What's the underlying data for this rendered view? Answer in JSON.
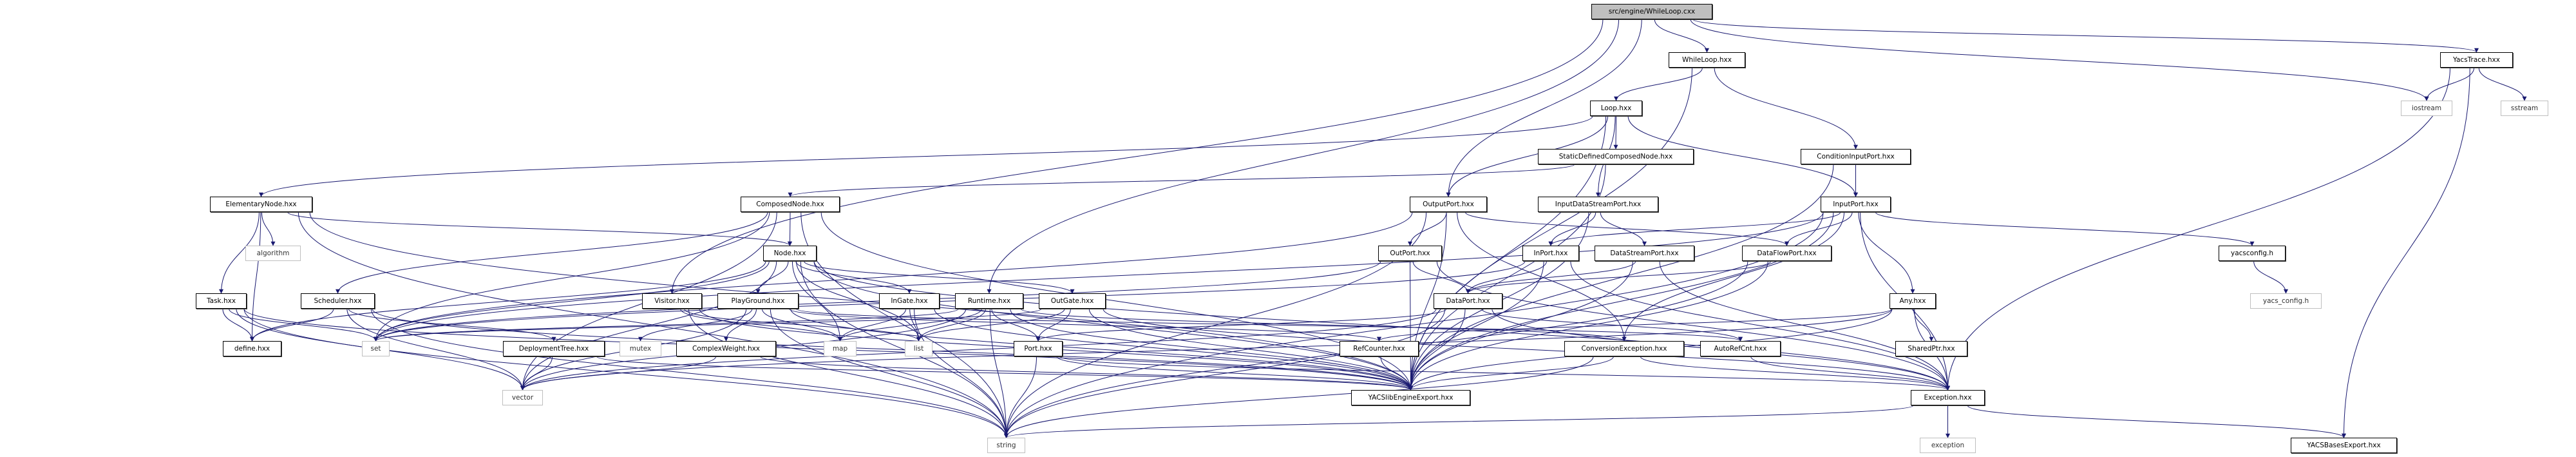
{
  "edge_color": "#191970",
  "root_fill": "#bfbfbf",
  "nodes": [
    {
      "label": "src/engine/WhileLoop.cxx",
      "kind": "root"
    },
    {
      "label": "WhileLoop.hxx",
      "kind": "local"
    },
    {
      "label": "YacsTrace.hxx",
      "kind": "local"
    },
    {
      "label": "Loop.hxx",
      "kind": "local"
    },
    {
      "label": "iostream",
      "kind": "system"
    },
    {
      "label": "sstream",
      "kind": "system"
    },
    {
      "label": "StaticDefinedComposedNode.hxx",
      "kind": "local"
    },
    {
      "label": "ConditionInputPort.hxx",
      "kind": "local"
    },
    {
      "label": "ElementaryNode.hxx",
      "kind": "local"
    },
    {
      "label": "ComposedNode.hxx",
      "kind": "local"
    },
    {
      "label": "OutputPort.hxx",
      "kind": "local"
    },
    {
      "label": "InputDataStreamPort.hxx",
      "kind": "local"
    },
    {
      "label": "InputPort.hxx",
      "kind": "local"
    },
    {
      "label": "algorithm",
      "kind": "system"
    },
    {
      "label": "Node.hxx",
      "kind": "local"
    },
    {
      "label": "OutPort.hxx",
      "kind": "local"
    },
    {
      "label": "InPort.hxx",
      "kind": "local"
    },
    {
      "label": "DataStreamPort.hxx",
      "kind": "local"
    },
    {
      "label": "DataFlowPort.hxx",
      "kind": "local"
    },
    {
      "label": "yacsconfig.h",
      "kind": "local"
    },
    {
      "label": "Task.hxx",
      "kind": "local"
    },
    {
      "label": "Scheduler.hxx",
      "kind": "local"
    },
    {
      "label": "Visitor.hxx",
      "kind": "local"
    },
    {
      "label": "PlayGround.hxx",
      "kind": "local"
    },
    {
      "label": "InGate.hxx",
      "kind": "local"
    },
    {
      "label": "Runtime.hxx",
      "kind": "local"
    },
    {
      "label": "OutGate.hxx",
      "kind": "local"
    },
    {
      "label": "DataPort.hxx",
      "kind": "local"
    },
    {
      "label": "Any.hxx",
      "kind": "local"
    },
    {
      "label": "yacs_config.h",
      "kind": "system"
    },
    {
      "label": "define.hxx",
      "kind": "local"
    },
    {
      "label": "set",
      "kind": "system"
    },
    {
      "label": "DeploymentTree.hxx",
      "kind": "local"
    },
    {
      "label": "mutex",
      "kind": "system"
    },
    {
      "label": "ComplexWeight.hxx",
      "kind": "local"
    },
    {
      "label": "map",
      "kind": "system"
    },
    {
      "label": "list",
      "kind": "system"
    },
    {
      "label": "Port.hxx",
      "kind": "local"
    },
    {
      "label": "RefCounter.hxx",
      "kind": "local"
    },
    {
      "label": "ConversionException.hxx",
      "kind": "local"
    },
    {
      "label": "AutoRefCnt.hxx",
      "kind": "local"
    },
    {
      "label": "SharedPtr.hxx",
      "kind": "local"
    },
    {
      "label": "vector",
      "kind": "system"
    },
    {
      "label": "YACSlibEngineExport.hxx",
      "kind": "local"
    },
    {
      "label": "Exception.hxx",
      "kind": "local"
    },
    {
      "label": "string",
      "kind": "system"
    },
    {
      "label": "exception",
      "kind": "system"
    },
    {
      "label": "YACSBasesExport.hxx",
      "kind": "local"
    }
  ],
  "edges": [
    [
      "src/engine/WhileLoop.cxx",
      "WhileLoop.hxx"
    ],
    [
      "src/engine/WhileLoop.cxx",
      "OutputPort.hxx"
    ],
    [
      "src/engine/WhileLoop.cxx",
      "Runtime.hxx"
    ],
    [
      "src/engine/WhileLoop.cxx",
      "Visitor.hxx"
    ],
    [
      "src/engine/WhileLoop.cxx",
      "YacsTrace.hxx"
    ],
    [
      "src/engine/WhileLoop.cxx",
      "iostream"
    ],
    [
      "WhileLoop.hxx",
      "Loop.hxx"
    ],
    [
      "WhileLoop.hxx",
      "ConditionInputPort.hxx"
    ],
    [
      "WhileLoop.hxx",
      "YACSlibEngineExport.hxx"
    ],
    [
      "YacsTrace.hxx",
      "iostream"
    ],
    [
      "YacsTrace.hxx",
      "sstream"
    ],
    [
      "YacsTrace.hxx",
      "YACSBasesExport.hxx"
    ],
    [
      "YacsTrace.hxx",
      "Exception.hxx"
    ],
    [
      "Loop.hxx",
      "StaticDefinedComposedNode.hxx"
    ],
    [
      "Loop.hxx",
      "ElementaryNode.hxx"
    ],
    [
      "Loop.hxx",
      "OutputPort.hxx"
    ],
    [
      "Loop.hxx",
      "InputDataStreamPort.hxx"
    ],
    [
      "Loop.hxx",
      "InputPort.hxx"
    ],
    [
      "Loop.hxx",
      "YACSlibEngineExport.hxx"
    ],
    [
      "StaticDefinedComposedNode.hxx",
      "ComposedNode.hxx"
    ],
    [
      "StaticDefinedComposedNode.hxx",
      "YACSlibEngineExport.hxx"
    ],
    [
      "ConditionInputPort.hxx",
      "InputPort.hxx"
    ],
    [
      "ConditionInputPort.hxx",
      "YACSlibEngineExport.hxx"
    ],
    [
      "ElementaryNode.hxx",
      "Node.hxx"
    ],
    [
      "ElementaryNode.hxx",
      "Task.hxx"
    ],
    [
      "ElementaryNode.hxx",
      "algorithm"
    ],
    [
      "ElementaryNode.hxx",
      "define.hxx"
    ],
    [
      "ElementaryNode.hxx",
      "string"
    ],
    [
      "ElementaryNode.hxx",
      "YACSlibEngineExport.hxx"
    ],
    [
      "ComposedNode.hxx",
      "Node.hxx"
    ],
    [
      "ComposedNode.hxx",
      "Scheduler.hxx"
    ],
    [
      "ComposedNode.hxx",
      "set"
    ],
    [
      "ComposedNode.hxx",
      "vector"
    ],
    [
      "ComposedNode.hxx",
      "string"
    ],
    [
      "ComposedNode.hxx",
      "YACSlibEngineExport.hxx"
    ],
    [
      "OutputPort.hxx",
      "OutPort.hxx"
    ],
    [
      "OutputPort.hxx",
      "DataFlowPort.hxx"
    ],
    [
      "OutputPort.hxx",
      "ConversionException.hxx"
    ],
    [
      "OutputPort.hxx",
      "YACSlibEngineExport.hxx"
    ],
    [
      "OutputPort.hxx",
      "set"
    ],
    [
      "OutputPort.hxx",
      "string"
    ],
    [
      "InputDataStreamPort.hxx",
      "InPort.hxx"
    ],
    [
      "InputDataStreamPort.hxx",
      "DataStreamPort.hxx"
    ],
    [
      "InputDataStreamPort.hxx",
      "YACSlibEngineExport.hxx"
    ],
    [
      "InputPort.hxx",
      "InPort.hxx"
    ],
    [
      "InputPort.hxx",
      "DataFlowPort.hxx"
    ],
    [
      "InputPort.hxx",
      "Any.hxx"
    ],
    [
      "InputPort.hxx",
      "ConversionException.hxx"
    ],
    [
      "InputPort.hxx",
      "yacsconfig.h"
    ],
    [
      "InputPort.hxx",
      "Exception.hxx"
    ],
    [
      "InputPort.hxx",
      "YACSlibEngineExport.hxx"
    ],
    [
      "InputPort.hxx",
      "set"
    ],
    [
      "InputPort.hxx",
      "string"
    ],
    [
      "Node.hxx",
      "InGate.hxx"
    ],
    [
      "Node.hxx",
      "OutGate.hxx"
    ],
    [
      "Node.hxx",
      "PlayGround.hxx"
    ],
    [
      "Node.hxx",
      "map"
    ],
    [
      "Node.hxx",
      "set"
    ],
    [
      "Node.hxx",
      "list"
    ],
    [
      "Node.hxx",
      "string"
    ],
    [
      "Node.hxx",
      "vector"
    ],
    [
      "Node.hxx",
      "Exception.hxx"
    ],
    [
      "Node.hxx",
      "define.hxx"
    ],
    [
      "Node.hxx",
      "YACSlibEngineExport.hxx"
    ],
    [
      "OutPort.hxx",
      "DataPort.hxx"
    ],
    [
      "OutPort.hxx",
      "set"
    ],
    [
      "OutPort.hxx",
      "Exception.hxx"
    ],
    [
      "OutPort.hxx",
      "YACSlibEngineExport.hxx"
    ],
    [
      "InPort.hxx",
      "DataPort.hxx"
    ],
    [
      "InPort.hxx",
      "set"
    ],
    [
      "InPort.hxx",
      "Exception.hxx"
    ],
    [
      "InPort.hxx",
      "YACSlibEngineExport.hxx"
    ],
    [
      "DataStreamPort.hxx",
      "DataPort.hxx"
    ],
    [
      "DataStreamPort.hxx",
      "Exception.hxx"
    ],
    [
      "DataStreamPort.hxx",
      "YACSlibEngineExport.hxx"
    ],
    [
      "DataFlowPort.hxx",
      "DataPort.hxx"
    ],
    [
      "DataFlowPort.hxx",
      "YACSlibEngineExport.hxx"
    ],
    [
      "DataFlowPort.hxx",
      "string"
    ],
    [
      "yacsconfig.h",
      "yacs_config.h"
    ],
    [
      "Task.hxx",
      "define.hxx"
    ],
    [
      "Task.hxx",
      "set"
    ],
    [
      "Task.hxx",
      "vector"
    ],
    [
      "Task.hxx",
      "string"
    ],
    [
      "Task.hxx",
      "YACSlibEngineExport.hxx"
    ],
    [
      "Scheduler.hxx",
      "define.hxx"
    ],
    [
      "Scheduler.hxx",
      "DeploymentTree.hxx"
    ],
    [
      "Scheduler.hxx",
      "vector"
    ],
    [
      "Scheduler.hxx",
      "string"
    ],
    [
      "Scheduler.hxx",
      "YACSlibEngineExport.hxx"
    ],
    [
      "Visitor.hxx",
      "map"
    ],
    [
      "Visitor.hxx",
      "list"
    ],
    [
      "Visitor.hxx",
      "string"
    ],
    [
      "Visitor.hxx",
      "YACSlibEngineExport.hxx"
    ],
    [
      "PlayGround.hxx",
      "mutex"
    ],
    [
      "PlayGround.hxx",
      "ComplexWeight.hxx"
    ],
    [
      "PlayGround.hxx",
      "map"
    ],
    [
      "PlayGround.hxx",
      "RefCounter.hxx"
    ],
    [
      "PlayGround.hxx",
      "AutoRefCnt.hxx"
    ],
    [
      "PlayGround.hxx",
      "string"
    ],
    [
      "PlayGround.hxx",
      "vector"
    ],
    [
      "PlayGround.hxx",
      "YACSlibEngineExport.hxx"
    ],
    [
      "InGate.hxx",
      "list"
    ],
    [
      "InGate.hxx",
      "map"
    ],
    [
      "InGate.hxx",
      "string"
    ],
    [
      "InGate.hxx",
      "YACSlibEngineExport.hxx"
    ],
    [
      "Runtime.hxx",
      "map"
    ],
    [
      "Runtime.hxx",
      "list"
    ],
    [
      "Runtime.hxx",
      "set"
    ],
    [
      "Runtime.hxx",
      "string"
    ],
    [
      "Runtime.hxx",
      "vector"
    ],
    [
      "Runtime.hxx",
      "Port.hxx"
    ],
    [
      "Runtime.hxx",
      "ConversionException.hxx"
    ],
    [
      "Runtime.hxx",
      "YACSlibEngineExport.hxx"
    ],
    [
      "OutGate.hxx",
      "Port.hxx"
    ],
    [
      "OutGate.hxx",
      "list"
    ],
    [
      "OutGate.hxx",
      "set"
    ],
    [
      "OutGate.hxx",
      "Exception.hxx"
    ],
    [
      "OutGate.hxx",
      "YACSlibEngineExport.hxx"
    ],
    [
      "DataPort.hxx",
      "Port.hxx"
    ],
    [
      "DataPort.hxx",
      "AutoRefCnt.hxx"
    ],
    [
      "DataPort.hxx",
      "YACSlibEngineExport.hxx"
    ],
    [
      "DataPort.hxx",
      "Exception.hxx"
    ],
    [
      "DataPort.hxx",
      "string"
    ],
    [
      "DataPort.hxx",
      "vector"
    ],
    [
      "Any.hxx",
      "SharedPtr.hxx"
    ],
    [
      "Any.hxx",
      "RefCounter.hxx"
    ],
    [
      "Any.hxx",
      "Exception.hxx"
    ],
    [
      "Any.hxx",
      "YACSlibEngineExport.hxx"
    ],
    [
      "Any.hxx",
      "vector"
    ],
    [
      "DeploymentTree.hxx",
      "vector"
    ],
    [
      "DeploymentTree.hxx",
      "YACSlibEngineExport.hxx"
    ],
    [
      "ComplexWeight.hxx",
      "vector"
    ],
    [
      "ComplexWeight.hxx",
      "YACSlibEngineExport.hxx"
    ],
    [
      "Port.hxx",
      "string"
    ],
    [
      "Port.hxx",
      "YACSlibEngineExport.hxx"
    ],
    [
      "Port.hxx",
      "Exception.hxx"
    ],
    [
      "RefCounter.hxx",
      "YACSlibEngineExport.hxx"
    ],
    [
      "ConversionException.hxx",
      "Exception.hxx"
    ],
    [
      "ConversionException.hxx",
      "YACSlibEngineExport.hxx"
    ],
    [
      "ConversionException.hxx",
      "string"
    ],
    [
      "AutoRefCnt.hxx",
      "Exception.hxx"
    ],
    [
      "Exception.hxx",
      "exception"
    ],
    [
      "Exception.hxx",
      "string"
    ],
    [
      "Exception.hxx",
      "YACSBasesExport.hxx"
    ]
  ]
}
